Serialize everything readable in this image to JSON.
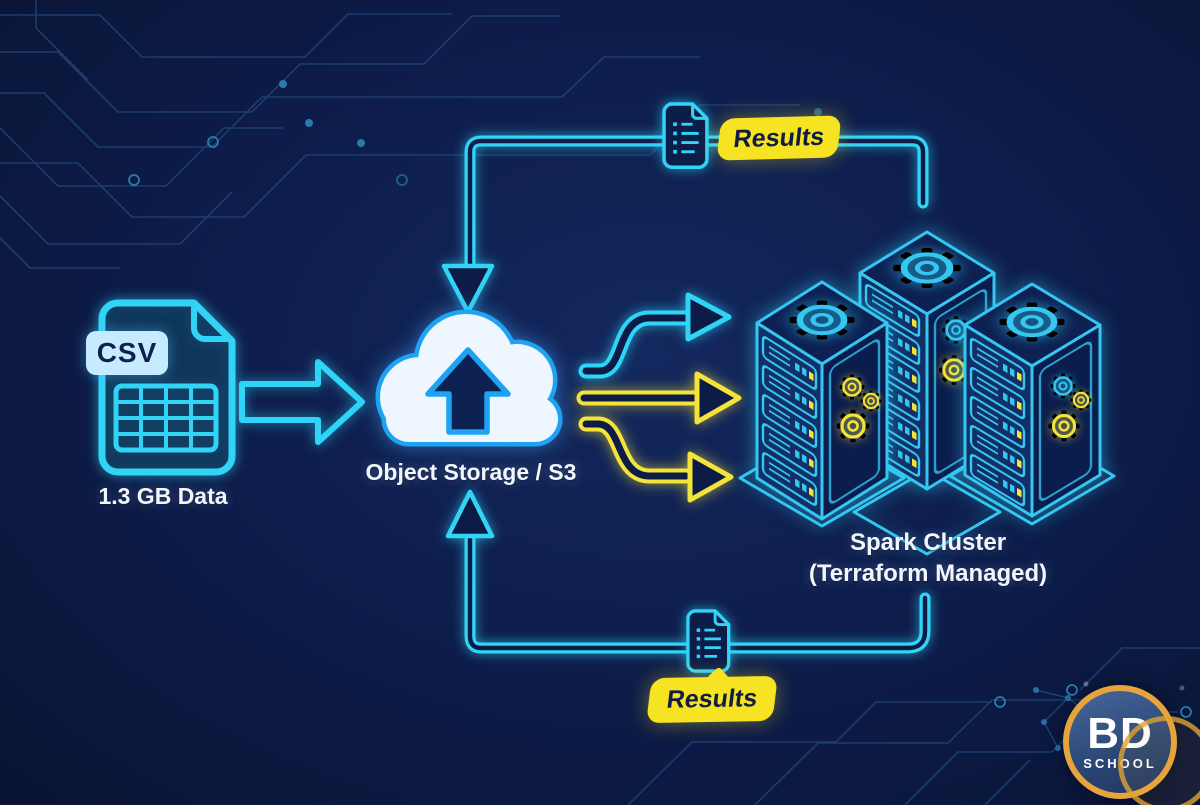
{
  "title": "CSV to Object Storage to Spark Cluster pipeline diagram",
  "nodes": {
    "csv": {
      "badge": "CSV",
      "caption": "1.3 GB Data"
    },
    "storage": {
      "label": "Object Storage / S3"
    },
    "cluster": {
      "line1": "Spark Cluster",
      "line2": "(Terraform Managed)"
    }
  },
  "badges": {
    "top": "Results",
    "bottom": "Results"
  },
  "logo": {
    "primary": "BD",
    "secondary": "SCHOOL"
  },
  "colors": {
    "background": "#0c1a42",
    "neon_cyan": "#32d4f6",
    "cloud_blue": "#1ea2f2",
    "neon_yellow": "#f4e33a",
    "badge_yellow": "#f6e422",
    "logo_gold": "#e7a43c",
    "text_white": "#f2f7ff",
    "navy_text": "#101c44",
    "circuit_trace": "#1e4174"
  },
  "icons": {
    "csv_file": "document-with-table-grid",
    "cloud_upload": "cloud-with-up-arrow",
    "results_document": "document-with-list-lines",
    "server_tower": "isometric-server-rack-with-gears",
    "gear": "cog-wheel",
    "flow_arrow": "hollow-block-arrow"
  }
}
